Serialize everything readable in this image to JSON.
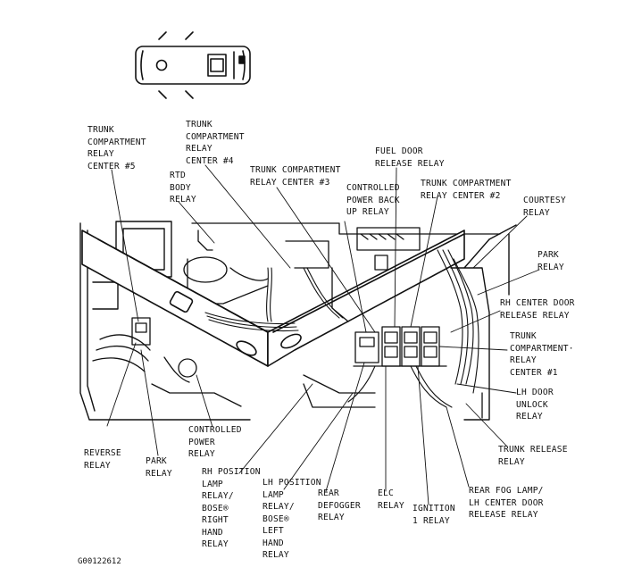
{
  "figure_code": "G00122612",
  "labels": {
    "trunk_relay_center_5": "TRUNK\nCOMPARTMENT\nRELAY\nCENTER #5",
    "trunk_relay_center_4": "TRUNK\nCOMPARTMENT\nRELAY\nCENTER #4",
    "rtd_body_relay": "RTD\nBODY\nRELAY",
    "trunk_relay_center_3": "TRUNK COMPARTMENT\nRELAY CENTER #3",
    "controlled_power_back_up_relay": "CONTROLLED\nPOWER BACK\nUP RELAY",
    "fuel_door_release_relay": "FUEL DOOR\nRELEASE RELAY",
    "trunk_relay_center_2": "TRUNK COMPARTMENT\nRELAY CENTER #2",
    "courtesy_relay": "COURTESY\nRELAY",
    "park_relay_right": "PARK\nRELAY",
    "rh_center_door_release_relay": "RH CENTER DOOR\nRELEASE RELAY",
    "trunk_relay_center_1": "TRUNK\nCOMPARTMENT·\nRELAY\nCENTER #1",
    "lh_door_unlock_relay": "LH DOOR\nUNLOCK\nRELAY",
    "trunk_release_relay": "TRUNK RELEASE\nRELAY",
    "rear_fog_lamp_relay": "REAR FOG LAMP/\nLH CENTER DOOR\nRELEASE RELAY",
    "ignition_1_relay": "IGNITION\n1 RELAY",
    "elc_relay": "ELC\nRELAY",
    "rear_defogger_relay": "REAR\nDEFOGGER\nRELAY",
    "lh_position_lamp_relay": "LH POSITION\nLAMP\nRELAY/\nBOSE®\nLEFT\nHAND\nRELAY",
    "rh_position_lamp_relay": "RH POSITION\nLAMP\nRELAY/\nBOSE®\nRIGHT\nHAND\nRELAY",
    "controlled_power_relay": "CONTROLLED\nPOWER\nRELAY",
    "park_relay_left": "PARK\nRELAY",
    "reverse_relay": "REVERSE\nRELAY"
  }
}
